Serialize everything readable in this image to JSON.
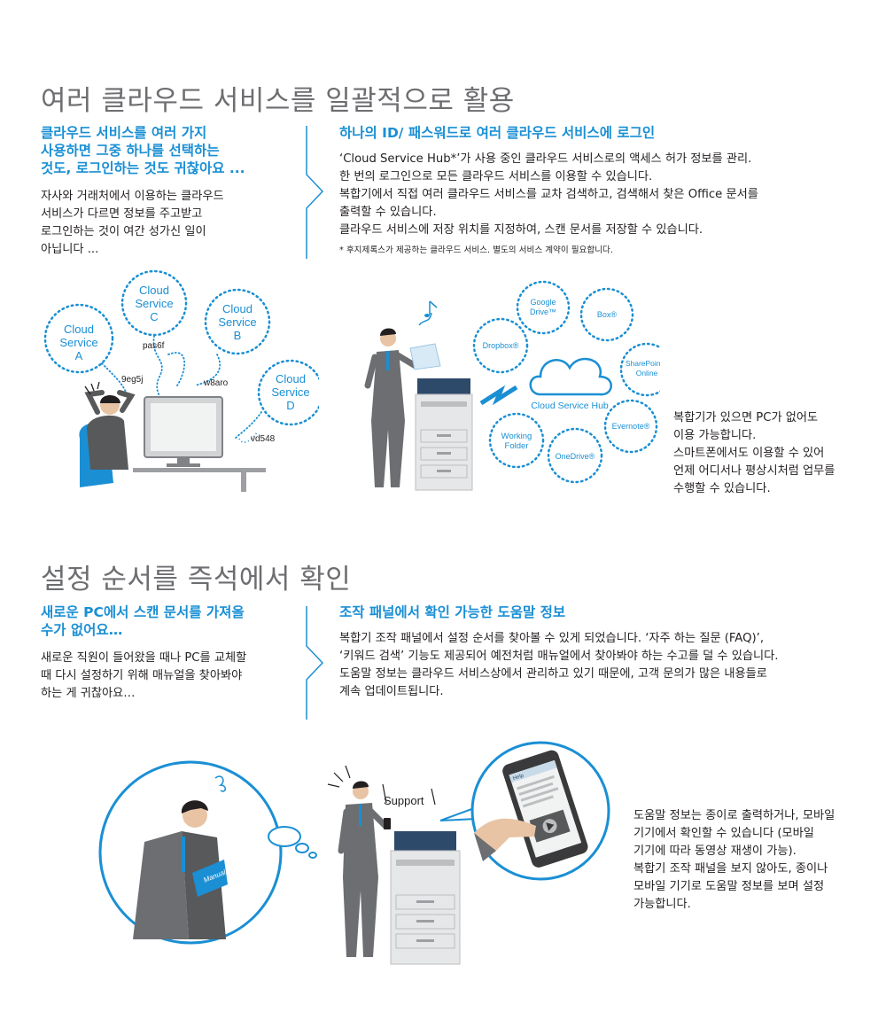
{
  "section1": {
    "title": "여러 클라우드 서비스를 일괄적으로 활용",
    "left_heading": [
      "클라우드 서비스를 여러 가지",
      "사용하면 그중 하나를 선택하는",
      "것도, 로그인하는 것도 귀찮아요 ..."
    ],
    "left_body": [
      "자사와 거래처에서 이용하는 클라우드",
      "서비스가 다르면 정보를 주고받고",
      "로그인하는 것이 여간 성가신 일이",
      "아닙니다 ..."
    ],
    "right_heading": "하나의 ID/ 패스워드로 여러 클라우드 서비스에 로그인",
    "right_body": [
      "‘Cloud Service Hub*’가 사용 중인 클라우드 서비스로의 액세스 허가 정보를 관리.",
      "한 번의 로그인으로 모든 클라우드 서비스를 이용할 수 있습니다.",
      "복합기에서 직접 여러 클라우드 서비스를 교차 검색하고, 검색해서 찾은 Office 문서를",
      "출력할 수 있습니다.",
      "클라우드 서비스에 저장 위치를 지정하여, 스캔 문서를 저장할 수 있습니다."
    ],
    "note": "* 후지제록스가 제공하는 클라우드 서비스. 별도의 서비스 계약이 필요합니다.",
    "left_clouds": [
      {
        "lines": [
          "Cloud",
          "Service",
          "A"
        ]
      },
      {
        "lines": [
          "Cloud",
          "Service",
          "C"
        ]
      },
      {
        "lines": [
          "Cloud",
          "Service",
          "B"
        ]
      },
      {
        "lines": [
          "Cloud",
          "Service",
          "D"
        ]
      }
    ],
    "passwords": [
      "pas6f",
      "9eg5j",
      "w8aro",
      "vd548"
    ],
    "hub_label": "Cloud Service Hub",
    "services": [
      {
        "lines": [
          "Google",
          "Drive™"
        ]
      },
      {
        "lines": [
          "Box®"
        ]
      },
      {
        "lines": [
          "Dropbox®"
        ]
      },
      {
        "lines": [
          "SharePoint®",
          "Online"
        ]
      },
      {
        "lines": [
          "Evernote®"
        ]
      },
      {
        "lines": [
          "OneDrive®"
        ]
      },
      {
        "lines": [
          "Working",
          "Folder"
        ]
      }
    ],
    "side_text": [
      "복합기가 있으면 PC가 없어도",
      "이용 가능합니다.",
      "스마트폰에서도 이용할 수 있어",
      "언제 어디서나 평상시처럼 업무를",
      "수행할 수 있습니다."
    ]
  },
  "section2": {
    "title": "설정 순서를 즉석에서 확인",
    "left_heading": [
      "새로운 PC에서 스캔 문서를 가져올",
      "수가 없어요…"
    ],
    "left_body": [
      "새로운 직원이 들어왔을 때나 PC를 교체할",
      "때 다시 설정하기 위해 매뉴얼을 찾아봐야",
      "하는 게 귀찮아요…"
    ],
    "right_heading": "조작 패널에서 확인 가능한 도움말 정보",
    "right_body": [
      "복합기 조작 패널에서 설정 순서를 찾아볼 수 있게 되었습니다. ‘자주 하는 질문 (FAQ)’,",
      "‘키워드 검색’ 기능도 제공되어 예전처럼 매뉴얼에서 찾아봐야 하는 수고를 덜 수 있습니다.",
      "도움말 정보는 클라우드 서비스상에서 관리하고 있기 때문에, 고객 문의가 많은 내용들로",
      "계속 업데이트됩니다."
    ],
    "manual_label": "Manual",
    "support_label": "Support",
    "help_label": "Help",
    "side_text": [
      "도움말 정보는 종이로 출력하거나, 모바일",
      "기기에서 확인할 수 있습니다 (모바일",
      "기기에 따라 동영상 재생이 가능).",
      "복합기 조작 패널을 보지 않아도, 종이나",
      "모바일 기기로 도움말 정보를 보며 설정",
      "가능합니다."
    ]
  },
  "colors": {
    "accent": "#1a8fd4",
    "title_gray": "#6d6e71",
    "suit": "#6d6e71",
    "printer_navy": "#2e4a6b"
  }
}
